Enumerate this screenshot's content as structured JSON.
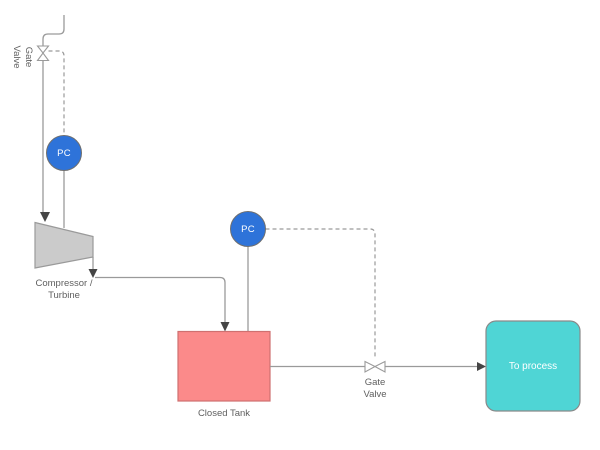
{
  "diagram": {
    "shapes": {
      "gate_valve_top": {
        "label": "Gate Valve",
        "type": "gate-valve"
      },
      "pressure_controller_1": {
        "label": "PC",
        "type": "instrument-circle"
      },
      "compressor": {
        "label": "Compressor / Turbine",
        "type": "compressor-turbine"
      },
      "pressure_controller_2": {
        "label": "PC",
        "type": "instrument-circle"
      },
      "closed_tank": {
        "label": "Closed Tank",
        "type": "tank"
      },
      "gate_valve_outlet": {
        "label": "Gate Valve",
        "type": "gate-valve"
      },
      "to_process": {
        "label": "To process",
        "type": "terminator"
      }
    },
    "colors": {
      "controller_blue": "#2e73d9",
      "tank_red": "#fb8a8a",
      "tank_stroke": "#cf7070",
      "process_teal": "#4fd5d5",
      "shape_gray": "#cbcbcb",
      "line_gray": "#9a9a9a",
      "arrow_dark": "#454545",
      "label_gray": "#5f5f5f"
    }
  }
}
